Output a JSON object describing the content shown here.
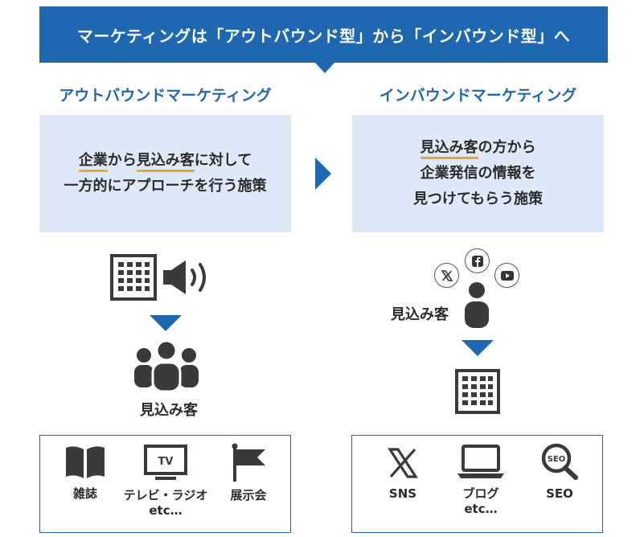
{
  "banner": {
    "title": "マーケティングは「アウトバウンド型」から「インバウンド型」へ"
  },
  "outbound": {
    "heading": "アウトバウンドマーケティング",
    "desc_line1_a": "企業",
    "desc_line1_b": "から",
    "desc_line1_c": "見込み客",
    "desc_line1_d": "に対して",
    "desc_line2": "一方的にアプローチを行う施策",
    "target_label": "見込み客",
    "media": [
      {
        "icon": "book-icon",
        "label": "雑誌"
      },
      {
        "icon": "tv-icon",
        "label": "テレビ・ラジオ",
        "label2": "etc…",
        "tv_text": "TV"
      },
      {
        "icon": "flag-icon",
        "label": "展示会"
      }
    ]
  },
  "inbound": {
    "heading": "インバウンドマーケティング",
    "desc_line1_a": "見込み客",
    "desc_line1_b": "の方から",
    "desc_line2": "企業発信の情報を",
    "desc_line3": "見つけてもらう施策",
    "target_label": "見込み客",
    "media": [
      {
        "icon": "x-logo-icon",
        "label": "SNS"
      },
      {
        "icon": "laptop-icon",
        "label": "ブログ",
        "label2": "etc…"
      },
      {
        "icon": "seo-magnifier-icon",
        "label": "SEO",
        "badge": "SEO"
      }
    ]
  },
  "colors": {
    "primary": "#1f67b0",
    "light_panel": "#dde9f6",
    "accent_underline": "#f0a33a",
    "icon_dark": "#3a3a3a"
  }
}
